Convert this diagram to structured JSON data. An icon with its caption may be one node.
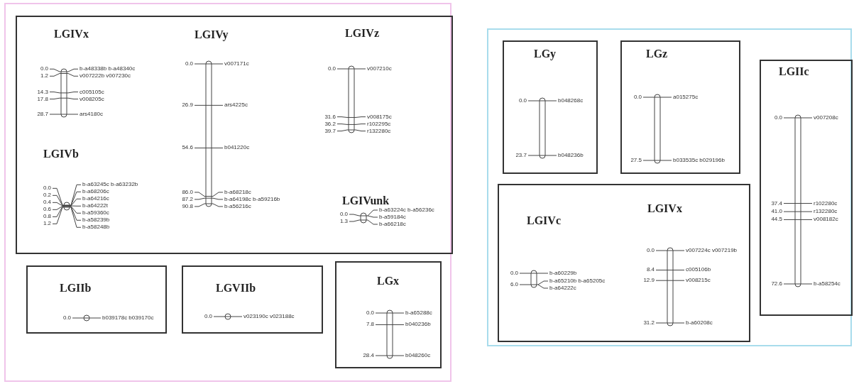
{
  "diagram": {
    "nodes": [
      {
        "text": [],
        "shape": "box"
      },
      {
        "text": [],
        "shape": "box",
        "in": 0
      },
      {
        "text": [
          "LGIVx",
          "0.0",
          "1.2",
          "14.3",
          "17.8",
          "28.7",
          "b-a48338b b-a48340c",
          "v007222b v007230c",
          "c005105c",
          "v008205c",
          "ars4180c"
        ],
        "in": 1
      },
      {
        "text": [
          "LGIVy",
          "0.0",
          "26.9",
          "54.6",
          "86.0",
          "87.2",
          "90.8",
          "v007171c",
          "ars4225c",
          "b041220c",
          "b-a68218c",
          "b-a64198c b-a59216b",
          "b-a56216c"
        ],
        "in": 1
      },
      {
        "text": [
          "LGIVz",
          "0.0",
          "31.6",
          "36.2",
          "39.7",
          "v007210c",
          "v008175c",
          "r102295c",
          "r132280c"
        ],
        "in": 1
      },
      {
        "text": [
          "LGIVb",
          "0.0",
          "0.2",
          "0.4",
          "0.6",
          "0.8",
          "1.2",
          "b-a63245c b-a63232b",
          "b-a68206c",
          "b-a64216c",
          "b-a64222t",
          "b-a59360c",
          "b-a58239b",
          "b-a58248b"
        ],
        "in": 1
      },
      {
        "text": [
          "LGIVunk",
          "0.0",
          "1.3",
          "b-a63224c b-a56236c",
          "b-a59184c",
          "b-a66218c"
        ],
        "in": 1
      },
      {
        "text": [],
        "shape": "box",
        "in": 0
      },
      {
        "text": [
          "LGIIb",
          "0.0",
          "b039178c b039170c"
        ],
        "in": 7
      },
      {
        "text": [],
        "shape": "box",
        "in": 0
      },
      {
        "text": [
          "LGVIIb",
          "0.0",
          "v023190c v023188c"
        ],
        "in": 9
      },
      {
        "text": [],
        "shape": "box",
        "in": 0
      },
      {
        "text": [
          "LGx",
          "0.0",
          "7.8",
          "28.4",
          "b-a65288c",
          "b040236b",
          "b048260c"
        ],
        "in": 11
      },
      {
        "text": [],
        "shape": "box"
      },
      {
        "text": [],
        "shape": "box",
        "in": 13
      },
      {
        "text": [
          "LGy",
          "0.0",
          "23.7",
          "b048268c",
          "b048236b"
        ],
        "in": 14
      },
      {
        "text": [],
        "shape": "box",
        "in": 13
      },
      {
        "text": [
          "LGz",
          "0.0",
          "27.5",
          "a015275c",
          "b033535c b029196b"
        ],
        "in": 16
      },
      {
        "text": [],
        "shape": "box",
        "in": 13
      },
      {
        "text": [
          "LGIVc",
          "0.0",
          "6.0",
          "b-a60229b",
          "b-a65210b b-a65205c",
          "b-a64222c"
        ],
        "in": 18
      },
      {
        "text": [
          "LGIVx",
          "0.0",
          "8.4",
          "12.9",
          "31.2",
          "v007224c v007219b",
          "c005106b",
          "v008215c",
          "b-a60208c"
        ],
        "in": 18
      },
      {
        "text": [],
        "shape": "box",
        "in": 13
      },
      {
        "text": [
          "LGIIc",
          "0.0",
          "37.4",
          "41.0",
          "44.5",
          "72.6",
          "v007208c",
          "r102280c",
          "r132280c",
          "v008182c",
          "b-a58254c"
        ],
        "in": 21
      }
    ],
    "edges": []
  }
}
